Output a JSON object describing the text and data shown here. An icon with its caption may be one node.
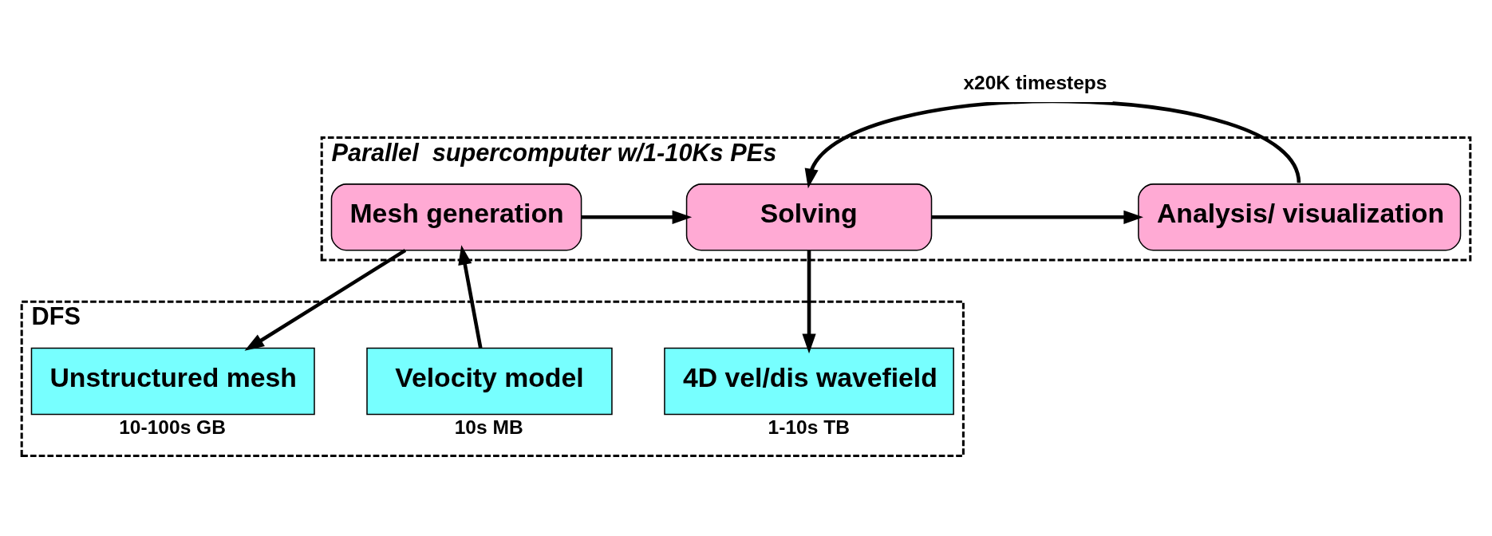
{
  "diagram": {
    "nodes": [
      {
        "text": [
          "Parallel  supercomputer w/1-10Ks PEs"
        ]
      },
      {
        "text": [
          "Mesh generation"
        ],
        "in": 0
      },
      {
        "text": [
          "Solving"
        ],
        "in": 0
      },
      {
        "text": [
          "Analysis/ visualization"
        ],
        "in": 0
      },
      {
        "text": [
          "DFS"
        ]
      },
      {
        "text": [
          "Velocity model"
        ],
        "in": 4,
        "beside": [
          "10s MB"
        ]
      },
      {
        "text": [
          "Unstructured mesh"
        ],
        "in": 4,
        "beside": [
          "10-100s GB"
        ]
      },
      {
        "text": [
          "4D vel/dis wavefield"
        ],
        "in": 4,
        "beside": [
          "1-10s TB"
        ]
      }
    ],
    "edges": [
      {
        "from": 5,
        "to": 1,
        "arrow": "to"
      },
      {
        "from": 1,
        "to": 2,
        "arrow": "to"
      },
      {
        "from": 1,
        "to": 6,
        "arrow": "to"
      },
      {
        "from": 3,
        "to": 2,
        "arrow": "to",
        "label": "x20K timesteps"
      },
      {
        "from": 2,
        "to": 3,
        "arrow": "to"
      },
      {
        "from": 2,
        "to": 7,
        "arrow": "to"
      }
    ]
  }
}
